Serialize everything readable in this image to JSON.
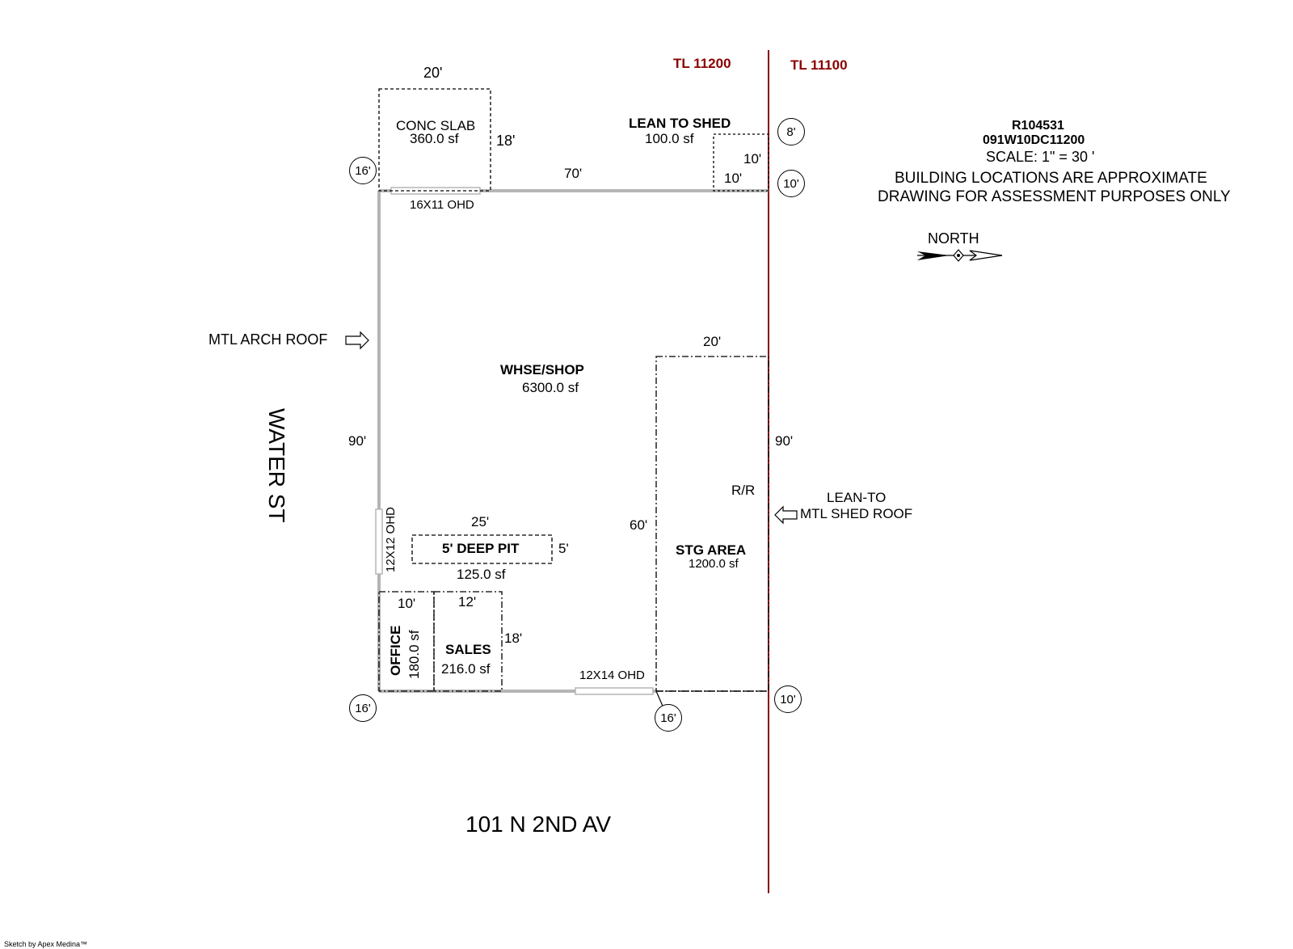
{
  "tax_lots": {
    "left": "TL 11200",
    "right": "TL 11100"
  },
  "header": {
    "account": "R104531",
    "map_tax_lot": "091W10DC11200",
    "scale": "SCALE: 1\" = 30 '",
    "note_line1": "BUILDING LOCATIONS ARE APPROXIMATE",
    "note_line2": "DRAWING FOR ASSESSMENT PURPOSES ONLY"
  },
  "north_label": "NORTH",
  "streets": {
    "west": "WATER ST",
    "south": "101 N 2ND AV"
  },
  "areas": {
    "conc_slab": {
      "name": "CONC SLAB",
      "sf": "360.0 sf",
      "width": "20'",
      "depth": "18'"
    },
    "lean_to_shed": {
      "name": "LEAN TO SHED",
      "sf": "100.0 sf",
      "dim_a": "10'",
      "dim_b": "10'"
    },
    "whse_shop": {
      "name": "WHSE/SHOP",
      "sf": "6300.0 sf",
      "top": "70'",
      "left": "90'",
      "right": "90'"
    },
    "stg_area": {
      "name": "STG AREA",
      "sf": "1200.0 sf",
      "width": "20'",
      "depth": "60'",
      "rr": "R/R"
    },
    "deep_pit": {
      "name": "5' DEEP PIT",
      "sf": "125.0 sf",
      "width": "25'",
      "depth": "5'"
    },
    "office": {
      "name": "OFFICE",
      "sf": "180.0 sf",
      "width": "10'"
    },
    "sales": {
      "name": "SALES",
      "sf": "216.0 sf",
      "width": "12'",
      "depth": "18'"
    }
  },
  "doors": {
    "top": "16X11 OHD",
    "left": "12X12 OHD",
    "bottom": "12X14 OHD"
  },
  "callouts": {
    "mtl_arch": "MTL ARCH ROOF",
    "lean_to_line1": "LEAN-TO",
    "lean_to_line2": "MTL SHED ROOF"
  },
  "heights": {
    "nw": "16'",
    "sw": "16'",
    "s_mid": "16'",
    "ne_top": "8'",
    "ne": "10'",
    "se": "10'"
  },
  "footer": "Sketch by Apex Medina™",
  "colors": {
    "property_line": "#8b0000",
    "wall": "#b5b5b5",
    "tax_lot_text": "#8b0000"
  }
}
